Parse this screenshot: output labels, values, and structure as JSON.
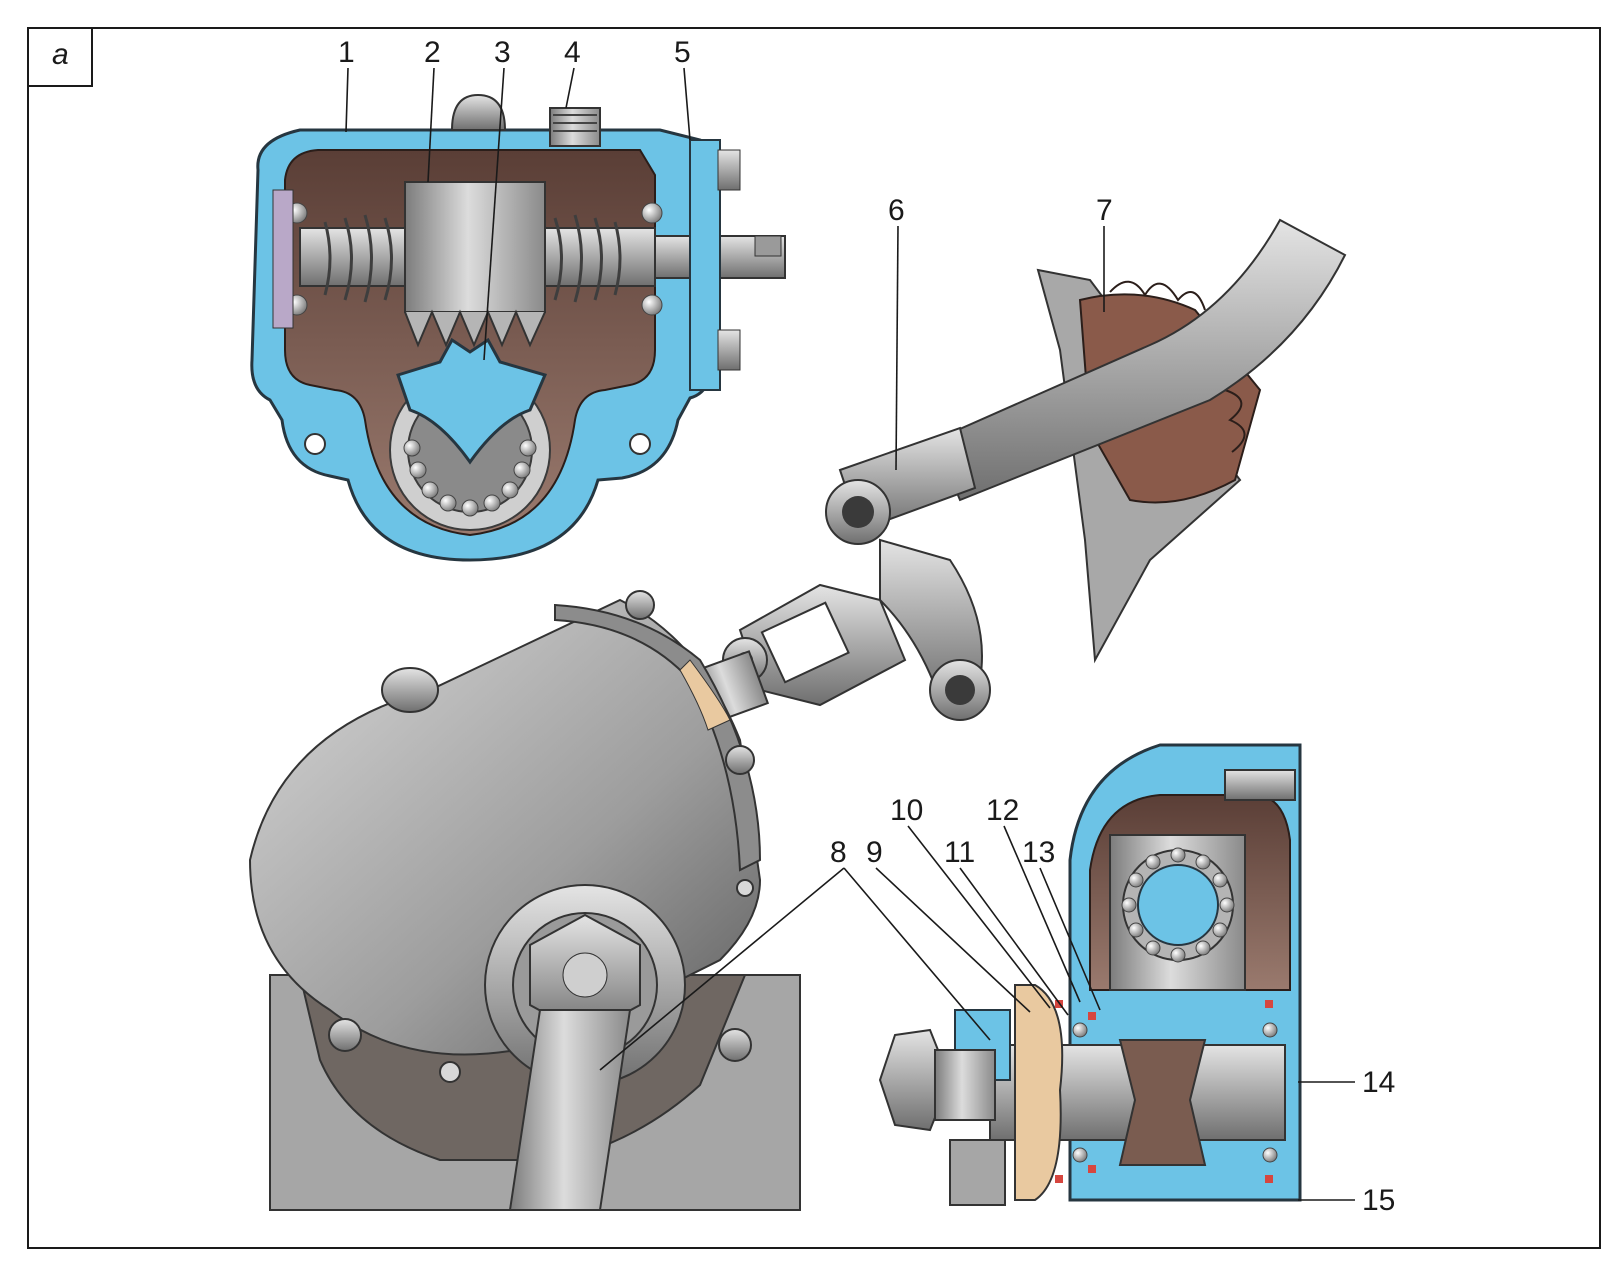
{
  "panel": {
    "letter": "a"
  },
  "callouts": [
    {
      "id": "1",
      "label": "1"
    },
    {
      "id": "2",
      "label": "2"
    },
    {
      "id": "3",
      "label": "3"
    },
    {
      "id": "4",
      "label": "4"
    },
    {
      "id": "5",
      "label": "5"
    },
    {
      "id": "6",
      "label": "6"
    },
    {
      "id": "7",
      "label": "7"
    },
    {
      "id": "8",
      "label": "8"
    },
    {
      "id": "9",
      "label": "9"
    },
    {
      "id": "10",
      "label": "10"
    },
    {
      "id": "11",
      "label": "11"
    },
    {
      "id": "12",
      "label": "12"
    },
    {
      "id": "13",
      "label": "13"
    },
    {
      "id": "14",
      "label": "14"
    },
    {
      "id": "15",
      "label": "15"
    }
  ],
  "colors": {
    "housing_section": "#6cc3e6",
    "metal": "#b9b9b9",
    "metal_dark": "#6e6a66",
    "interior": "#7a5c50",
    "bronze": "#e9c9a0",
    "seal_red": "#d6463f"
  }
}
